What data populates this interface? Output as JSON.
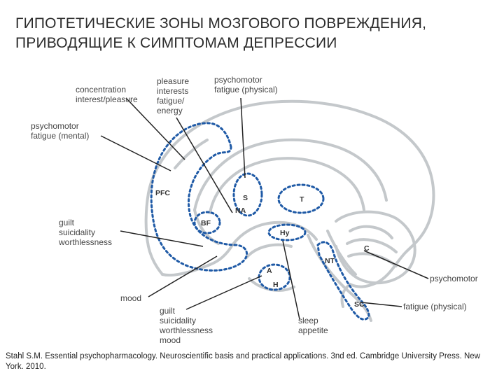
{
  "title": {
    "line1": "ГИПОТЕТИЧЕСКИЕ ЗОНЫ МОЗГОВОГО ПОВРЕЖДЕНИЯ,",
    "line2": "ПРИВОДЯЩИЕ К СИМПТОМАМ ДЕПРЕССИИ"
  },
  "labels": {
    "concentration": [
      "concentration",
      "interest/pleasure"
    ],
    "pleasure": [
      "pleasure",
      "interests",
      "fatigue/",
      "energy"
    ],
    "psychomotor_top": [
      "psychomotor",
      "fatigue (physical)"
    ],
    "psychomotor_mental": [
      "psychomotor",
      "fatigue (mental)"
    ],
    "guilt_left": [
      "guilt",
      "suicidality",
      "worthlessness"
    ],
    "mood_left": "mood",
    "guilt_bottom": [
      "guilt",
      "suicidality",
      "worthlessness",
      "mood"
    ],
    "sleep": [
      "sleep",
      "appetite"
    ],
    "psychomotor_right": "psychomotor",
    "fatigue_right": "fatigue (physical)"
  },
  "regions": {
    "pfc": "PFC",
    "s": "S",
    "na": "NA",
    "t": "T",
    "bf": "BF",
    "hy": "Hy",
    "c": "C",
    "a": "A",
    "h": "H",
    "nt": "NT",
    "sc": "SC"
  },
  "colors": {
    "outline": "#c4c8cb",
    "dotted": "#1f5aa6",
    "leader": "#222222"
  },
  "citation": "Stahl S.M. Essential psychopharmacology. Neuroscientific basis and practical applications. 3nd ed. Cambridge University Press. New York. 2010."
}
